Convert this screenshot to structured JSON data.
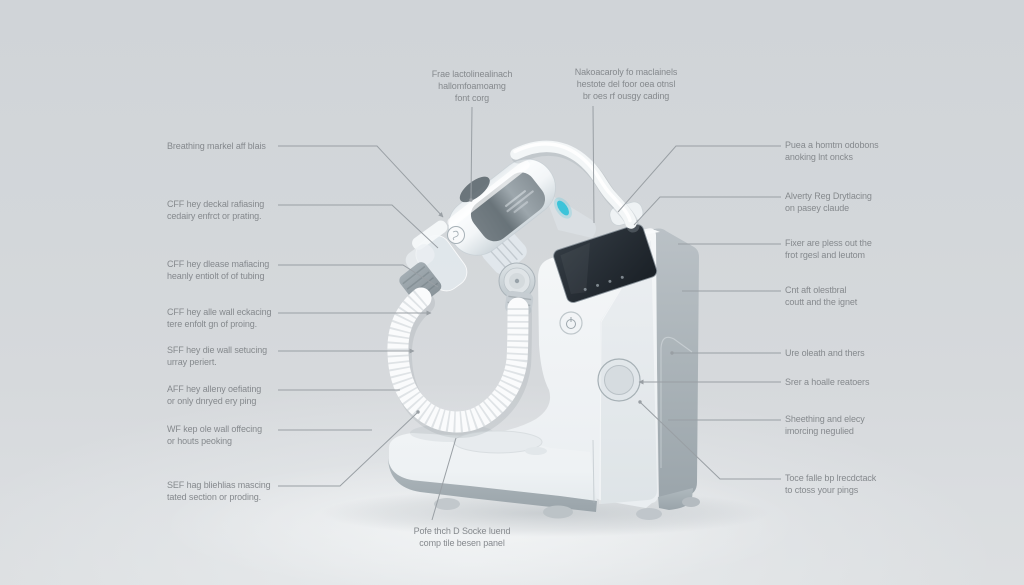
{
  "diagram_title": "Respiratory therapy machine annotated diagram",
  "colors": {
    "background": "#d3d7da",
    "label_text": "#85898d",
    "leader_line": "#999fa4",
    "accent_teal": "#3cc3d9",
    "device_body": "#f4f7f8",
    "device_side_panel": "#a8b1b6",
    "screen": "#252c32"
  },
  "device": {
    "type": "respiratory-therapy-machine",
    "parts": [
      "handpiece",
      "handpiece-gray-panel",
      "corrugated-hose",
      "smooth-tube",
      "tower-unit",
      "display-screen",
      "power-button",
      "side-port-knob",
      "base-dock",
      "feet"
    ]
  },
  "labels": {
    "top": [
      {
        "id": "top-1",
        "lines": [
          "Frae lactolinealinach",
          "hallomfoamoamg",
          "font corg"
        ]
      },
      {
        "id": "top-2",
        "lines": [
          "Nakoacaroly fo maclainels",
          "hestote del foor oea otnsl",
          "br oes rf ousgy cading"
        ]
      }
    ],
    "left": [
      {
        "id": "left-1",
        "lines": [
          "Breathing markel aff blais"
        ]
      },
      {
        "id": "left-2",
        "lines": [
          "CFF hey deckal rafiasing",
          "cedairy enfrct or prating."
        ]
      },
      {
        "id": "left-3",
        "lines": [
          "CFF hey dlease mafiacing",
          "heanly entiolt of of tubing"
        ]
      },
      {
        "id": "left-4",
        "lines": [
          "CFF hey alle wall eckacing",
          "tere enfolt gn of proing."
        ]
      },
      {
        "id": "left-5",
        "lines": [
          "SFF hey die wall setucing",
          "urray periert."
        ]
      },
      {
        "id": "left-6",
        "lines": [
          "AFF hey alleny oefiating",
          "or only dnryed ery ping"
        ]
      },
      {
        "id": "left-7",
        "lines": [
          "WF kep ole wall offecing",
          "or houts peoking"
        ]
      },
      {
        "id": "left-8",
        "lines": [
          "SEF hag bliehlias mascing",
          "tated section or proding."
        ]
      }
    ],
    "right": [
      {
        "id": "right-1",
        "lines": [
          "Puea a homtm odobons",
          "anoking lnt oncks"
        ]
      },
      {
        "id": "right-2",
        "lines": [
          "Alverty Reg Drytlacing",
          "on pasey claude"
        ]
      },
      {
        "id": "right-3",
        "lines": [
          "Fixer are pless out the",
          "frot rgesl and leutom"
        ]
      },
      {
        "id": "right-4",
        "lines": [
          "Cnt aft olestbral",
          "coutt and the ignet"
        ]
      },
      {
        "id": "right-5",
        "lines": [
          "Ure oleath and thers"
        ]
      },
      {
        "id": "right-6",
        "lines": [
          "Srer a hoalle reatoers"
        ]
      },
      {
        "id": "right-7",
        "lines": [
          "Sheething and elecy",
          "imorcing negulied"
        ]
      },
      {
        "id": "right-8",
        "lines": [
          "Toce falle bp lrecdctack",
          "to ctoss your pings"
        ]
      }
    ],
    "bottom": [
      {
        "id": "bottom-1",
        "lines": [
          "Pofe thch D Socke luend",
          "comp tile besen panel"
        ]
      }
    ]
  }
}
